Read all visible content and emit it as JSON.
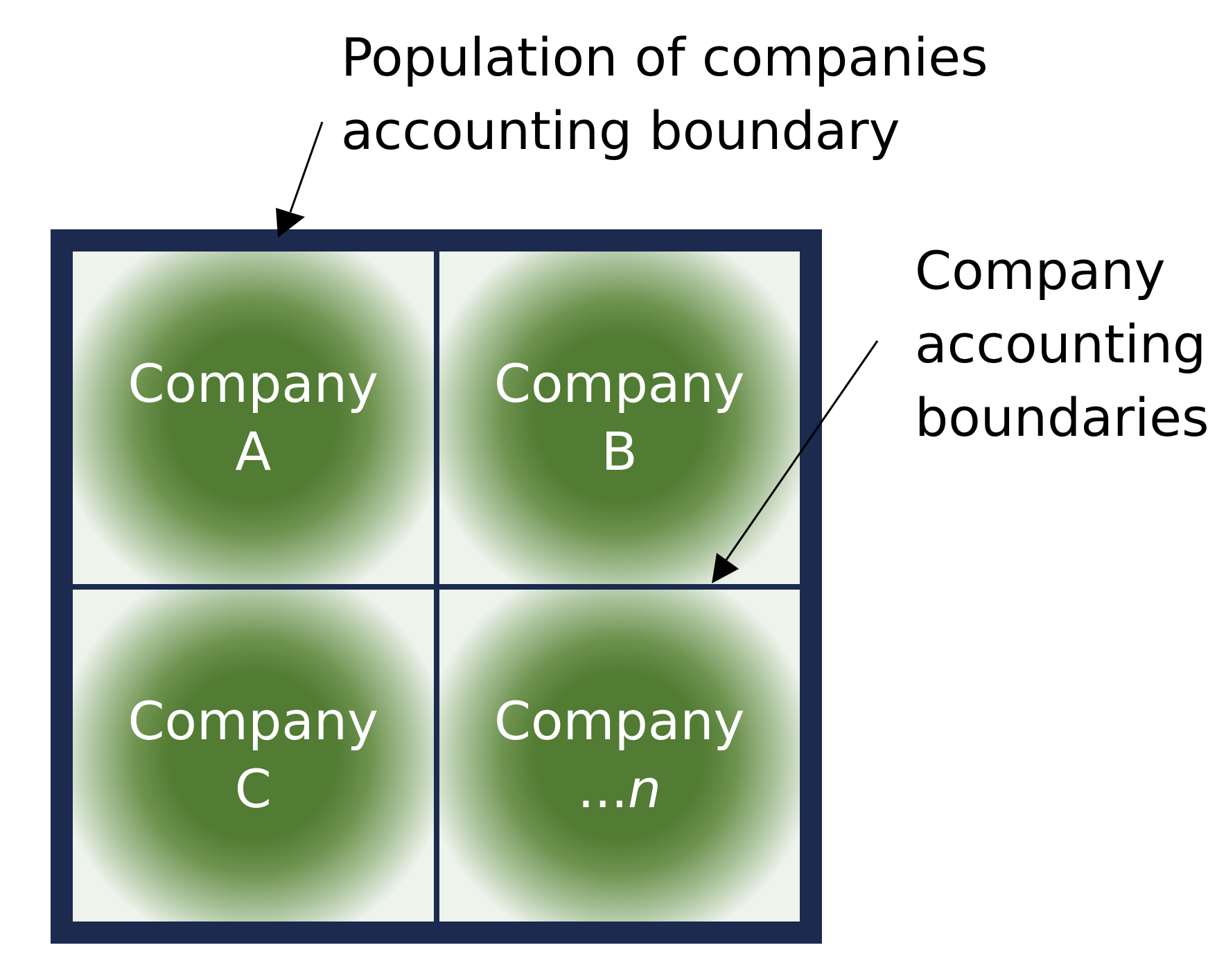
{
  "population_label": {
    "line1": "Population of companies",
    "line2": "accounting boundary"
  },
  "company_label": {
    "line1": "Company",
    "line2": "accounting",
    "line3": "boundaries"
  },
  "cells": [
    {
      "line1": "Company",
      "line2": "A"
    },
    {
      "line1": "Company",
      "line2": "B"
    },
    {
      "line1": "Company",
      "line2": "C"
    },
    {
      "line1": "Company",
      "prefix": "...",
      "italic": "n"
    }
  ],
  "colors": {
    "outer_border": "#1b2a4e",
    "cell_green": "#527b33",
    "cell_text": "#ffffff"
  }
}
